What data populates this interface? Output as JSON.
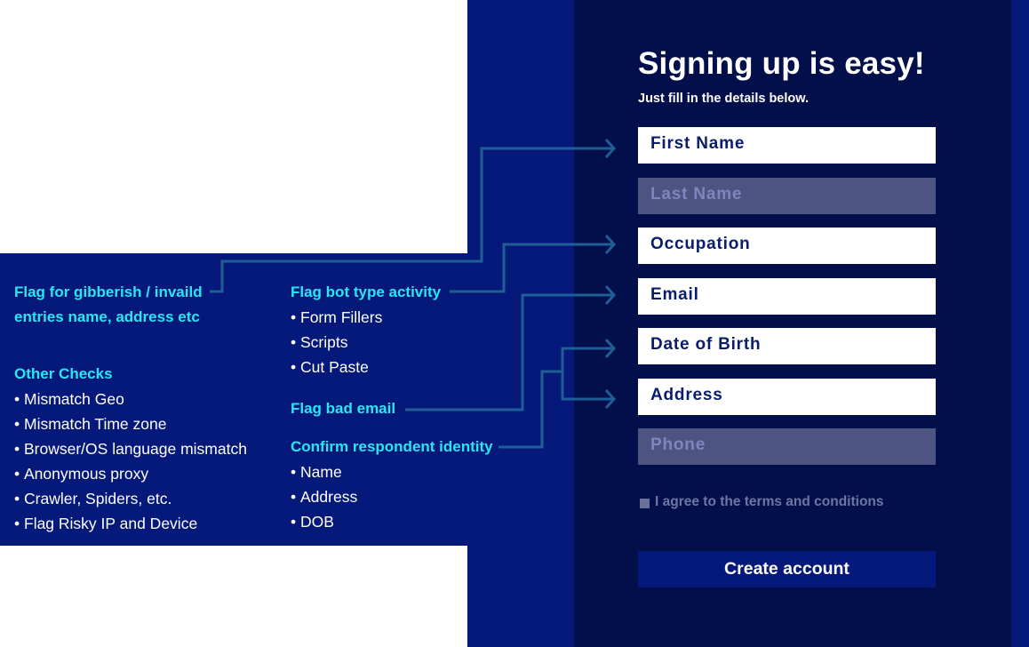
{
  "form": {
    "heading": "Signing up is easy!",
    "subheading": "Just fill in the details below.",
    "fields": [
      {
        "placeholder": "First Name",
        "dimmed": false
      },
      {
        "placeholder": "Last Name",
        "dimmed": true
      },
      {
        "placeholder": "Occupation",
        "dimmed": false
      },
      {
        "placeholder": "Email",
        "dimmed": false
      },
      {
        "placeholder": "Date of Birth",
        "dimmed": false
      },
      {
        "placeholder": "Address",
        "dimmed": false
      },
      {
        "placeholder": "Phone",
        "dimmed": true
      }
    ],
    "terms_label": "I agree to the terms and conditions",
    "submit_label": "Create account"
  },
  "annotations": {
    "gibberish": {
      "line1": "Flag for gibberish / invaild",
      "line2": "entries name, address etc"
    },
    "other_checks": {
      "title": "Other Checks",
      "items": [
        "Mismatch Geo",
        "Mismatch Time zone",
        "Browser/OS language mismatch",
        "Anonymous proxy",
        "Crawler, Spiders, etc.",
        "Flag Risky IP and Device"
      ]
    },
    "bot": {
      "title": "Flag bot type activity",
      "items": [
        "Form Fillers",
        "Scripts",
        "Cut Paste"
      ]
    },
    "bad_email": {
      "title": "Flag bad email"
    },
    "identity": {
      "title": "Confirm respondent identity",
      "items": [
        "Name",
        "Address",
        "DOB"
      ]
    }
  },
  "colors": {
    "navy_band": "#04197a",
    "form_panel": "#030f4a",
    "accent_cyan": "#2be6f2",
    "connector": "#1f5f97"
  }
}
